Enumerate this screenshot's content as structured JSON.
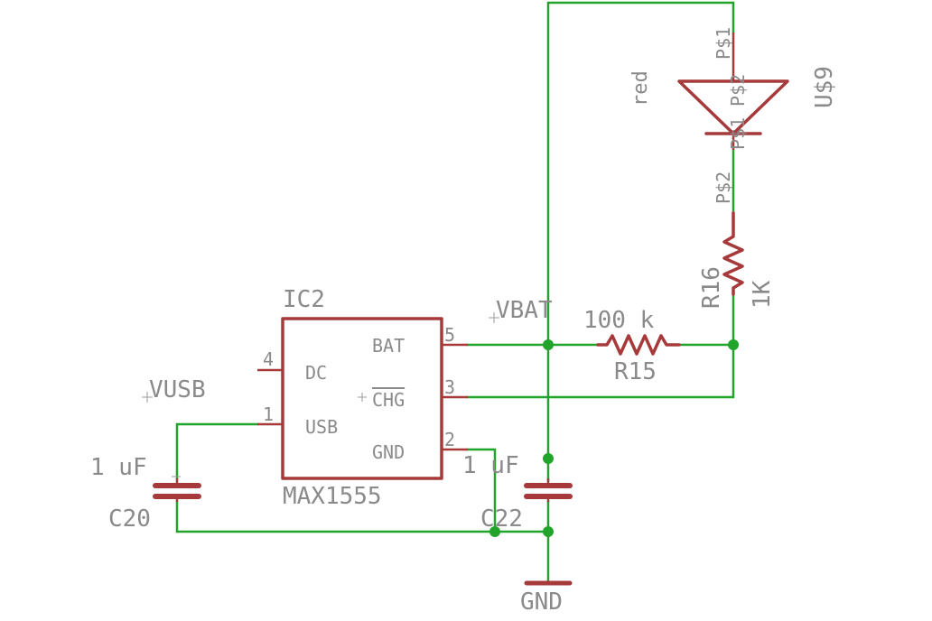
{
  "ic": {
    "ref": "IC2",
    "value": "MAX1555",
    "pins": {
      "dc": {
        "num": "4",
        "name": "DC"
      },
      "usb": {
        "num": "1",
        "name": "USB"
      },
      "bat": {
        "num": "5",
        "name": "BAT"
      },
      "chg": {
        "num": "3",
        "name": "CHG"
      },
      "gnd": {
        "num": "2",
        "name": "GND"
      }
    }
  },
  "nets": {
    "vusb": "VUSB",
    "vbat": "VBAT",
    "gnd": "GND"
  },
  "resistors": {
    "r15": {
      "ref": "R15",
      "value": "100 k"
    },
    "r16": {
      "ref": "R16",
      "value": "1K"
    }
  },
  "capacitors": {
    "c20": {
      "ref": "C20",
      "value": "1 uF"
    },
    "c22": {
      "ref": "C22",
      "value": "1 uF"
    }
  },
  "led": {
    "ref": "U$9",
    "value": "red",
    "pin_labels": {
      "top_outer": "P$1",
      "top_inner": "P$2",
      "bottom_inner": "P$1",
      "bottom_outer": "P$2"
    }
  },
  "colors": {
    "wire": "#22a32a",
    "part": "#a63a3a",
    "text": "#8a8a8a"
  }
}
